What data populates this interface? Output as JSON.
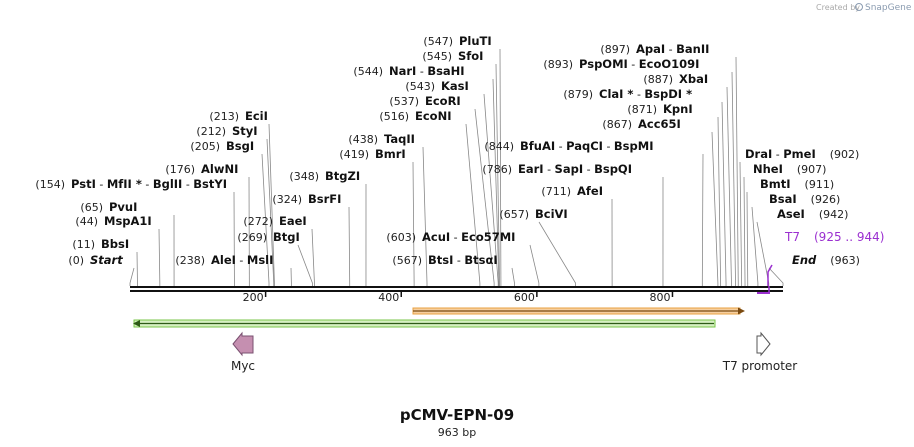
{
  "credit": {
    "created_by": "Created by",
    "brand": "SnapGene"
  },
  "plasmid": {
    "name": "pCMV-EPN-09",
    "size_label": "963 bp",
    "length": 963
  },
  "ruler": {
    "ticks": [
      200,
      400,
      600,
      800
    ]
  },
  "sites": [
    {
      "pos": "(0)",
      "label": "Start",
      "italic": true,
      "bp": 0
    },
    {
      "pos": "(11)",
      "label": "BbsI",
      "bp": 11
    },
    {
      "pos": "(44)",
      "label": "MspA1I",
      "bp": 44
    },
    {
      "pos": "(65)",
      "label": "PvuI",
      "bp": 65
    },
    {
      "pos": "(154)",
      "label": "PstI - MfII * - BglII - BstYI",
      "parts": [
        "PstI",
        "MfII *",
        "BglII",
        "BstYI"
      ],
      "bp": 154
    },
    {
      "pos": "(176)",
      "label": "AlwNI",
      "bp": 176
    },
    {
      "pos": "(205)",
      "label": "BsgI",
      "bp": 205
    },
    {
      "pos": "(212)",
      "label": "StyI",
      "bp": 212
    },
    {
      "pos": "(213)",
      "label": "EciI",
      "bp": 213
    },
    {
      "pos": "(238)",
      "label": "AleI - MslI",
      "parts": [
        "AleI",
        "MslI"
      ],
      "bp": 238
    },
    {
      "pos": "(269)",
      "label": "BtgI",
      "bp": 269
    },
    {
      "pos": "(272)",
      "label": "EaeI",
      "bp": 272
    },
    {
      "pos": "(324)",
      "label": "BsrFI",
      "bp": 324
    },
    {
      "pos": "(348)",
      "label": "BtgZI",
      "bp": 348
    },
    {
      "pos": "(419)",
      "label": "BmrI",
      "bp": 419
    },
    {
      "pos": "(438)",
      "label": "TaqII",
      "bp": 438
    },
    {
      "pos": "(516)",
      "label": "EcoNI",
      "bp": 516
    },
    {
      "pos": "(537)",
      "label": "EcoRI",
      "bp": 537
    },
    {
      "pos": "(543)",
      "label": "KasI",
      "bp": 543
    },
    {
      "pos": "(544)",
      "label": "NarI - BsaHI",
      "parts": [
        "NarI",
        "BsaHI"
      ],
      "bp": 544
    },
    {
      "pos": "(545)",
      "label": "SfoI",
      "bp": 545
    },
    {
      "pos": "(547)",
      "label": "PluTI",
      "bp": 547
    },
    {
      "pos": "(567)",
      "label": "BtsI - BtsαI",
      "parts": [
        "BtsI",
        "BtsαI"
      ],
      "bp": 567
    },
    {
      "pos": "(603)",
      "label": "AcuI - Eco57MI",
      "parts": [
        "AcuI",
        "Eco57MI"
      ],
      "bp": 603
    },
    {
      "pos": "(657)",
      "label": "BciVI",
      "bp": 657
    },
    {
      "pos": "(711)",
      "label": "AfeI",
      "bp": 711
    },
    {
      "pos": "(786)",
      "label": "EarI - SapI - BspQI",
      "parts": [
        "EarI",
        "SapI",
        "BspQI"
      ],
      "bp": 786
    },
    {
      "pos": "(844)",
      "label": "BfuAI - PaqCI - BspMI",
      "parts": [
        "BfuAI",
        "PaqCI",
        "BspMI"
      ],
      "bp": 844
    },
    {
      "pos": "(867)",
      "label": "Acc65I",
      "bp": 867
    },
    {
      "pos": "(871)",
      "label": "KpnI",
      "bp": 871
    },
    {
      "pos": "(879)",
      "label": "ClaI * - BspDI *",
      "parts": [
        "ClaI *",
        "BspDI *"
      ],
      "bp": 879
    },
    {
      "pos": "(887)",
      "label": "XbaI",
      "bp": 887
    },
    {
      "pos": "(893)",
      "label": "PspOMI - EcoO109I",
      "parts": [
        "PspOMI",
        "EcoO109I"
      ],
      "bp": 893
    },
    {
      "pos": "(897)",
      "label": "ApaI - BanII",
      "parts": [
        "ApaI",
        "BanII"
      ],
      "bp": 897
    },
    {
      "pos": "(902)",
      "label": "DraI - PmeI",
      "parts": [
        "DraI",
        "PmeI"
      ],
      "bp": 902,
      "right": true
    },
    {
      "pos": "(907)",
      "label": "NheI",
      "bp": 907,
      "right": true
    },
    {
      "pos": "(911)",
      "label": "BmtI",
      "bp": 911,
      "right": true
    },
    {
      "pos": "(926)",
      "label": "BsaI",
      "bp": 926,
      "right": true
    },
    {
      "pos": "(942)",
      "label": "AseI",
      "bp": 942,
      "right": true
    },
    {
      "pos": "(963)",
      "label": "End",
      "italic": true,
      "bp": 963,
      "right": true
    }
  ],
  "primer": {
    "name": "T7",
    "range": "(925 .. 944)",
    "color": "#9b30d0"
  },
  "features": [
    {
      "name": "Myc",
      "direction": "left",
      "color": "#c58fb0"
    },
    {
      "name": "T7 promoter",
      "direction": "right",
      "color": "#ffffff"
    }
  ],
  "arrows": [
    {
      "name": "orange-orf",
      "color": "#e8a040",
      "direction": "right"
    },
    {
      "name": "green-orf",
      "color": "#7ac64a",
      "direction": "left"
    }
  ]
}
